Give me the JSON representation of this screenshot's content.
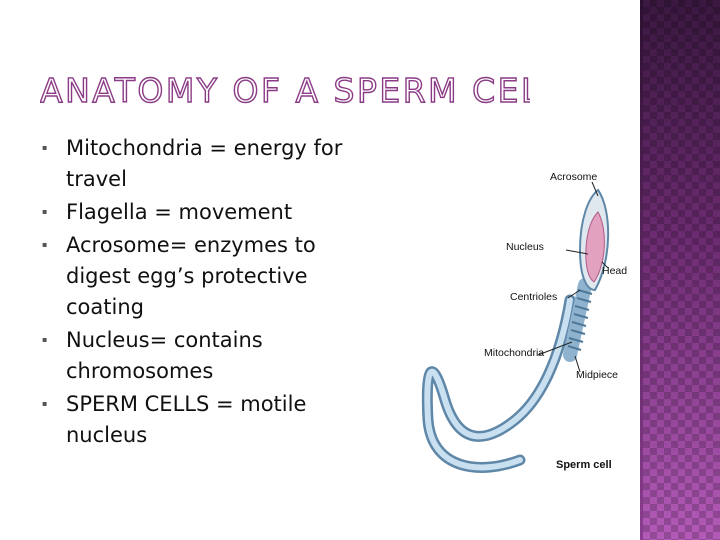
{
  "slide": {
    "title": "ANATOMY OF A SPERM CELL",
    "bullets": [
      "Mitochondria = energy for travel",
      "Flagella = movement",
      "Acrosome= enzymes to digest egg’s protective coating",
      "Nucleus= contains chromosomes",
      "SPERM CELLS = motile nucleus"
    ],
    "bullet_marker": "▪"
  },
  "diagram": {
    "labels": {
      "acrosome": "Acrosome",
      "nucleus": "Nucleus",
      "head": "Head",
      "centrioles": "Centrioles",
      "mitochondria": "Mitochondria",
      "midpiece": "Midpiece",
      "sperm_cell": "Sperm cell"
    }
  },
  "colors": {
    "title_outline": "#8b3b86",
    "panel": "#6a2a6c",
    "head_fill": "#e3a1c0",
    "tail": "#7fa9c9"
  }
}
